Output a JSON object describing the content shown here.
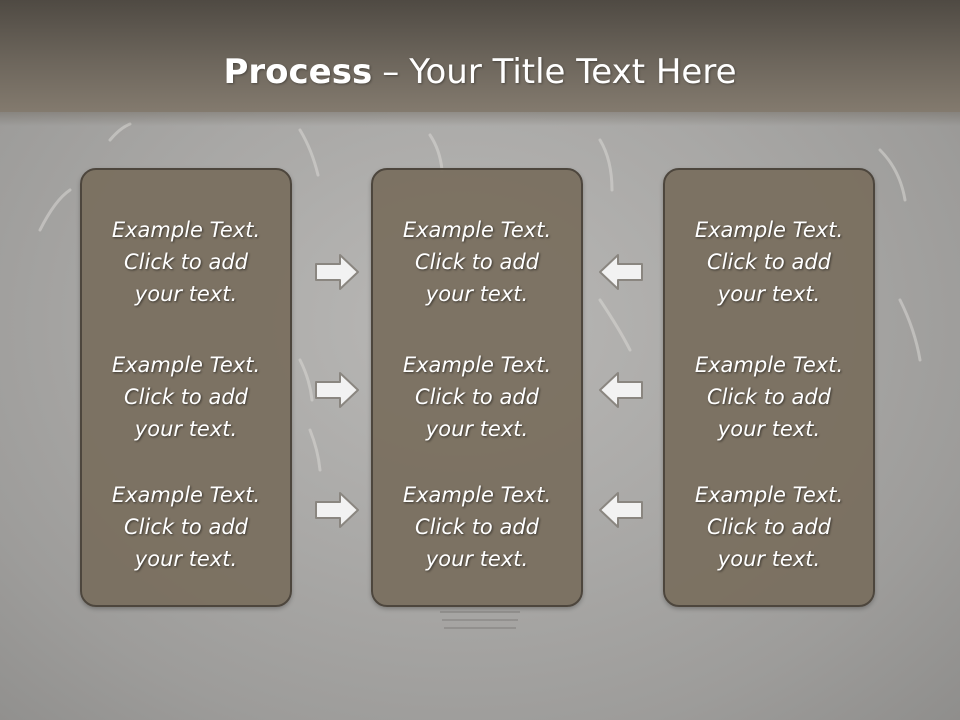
{
  "slide": {
    "title_bold": "Process",
    "title_separator": "–",
    "title_rest": "Your Title Text Here"
  },
  "colors": {
    "title_bar": "#6d665c",
    "panel_fill": "#786e5e",
    "panel_border": "#4d463d",
    "text": "#ffffff",
    "arrow_fill": "#f2f2f2",
    "arrow_stroke": "#8a8680"
  },
  "columns": [
    {
      "blocks": [
        {
          "line1": "Example Text.",
          "line2": "Click  to add",
          "line3": "your text."
        },
        {
          "line1": "Example Text.",
          "line2": "Click  to add",
          "line3": "your text."
        },
        {
          "line1": "Example Text.",
          "line2": "Click  to add",
          "line3": "your text."
        }
      ]
    },
    {
      "blocks": [
        {
          "line1": "Example Text.",
          "line2": "Click  to add",
          "line3": "your text."
        },
        {
          "line1": "Example Text.",
          "line2": "Click  to add",
          "line3": "your text."
        },
        {
          "line1": "Example Text.",
          "line2": "Click  to add",
          "line3": "your text."
        }
      ]
    },
    {
      "blocks": [
        {
          "line1": "Example Text.",
          "line2": "Click  to add",
          "line3": "your text."
        },
        {
          "line1": "Example Text.",
          "line2": "Click  to add",
          "line3": "your text."
        },
        {
          "line1": "Example Text.",
          "line2": "Click  to add",
          "line3": "your text."
        }
      ]
    }
  ],
  "arrows": {
    "left_group": "arrow-right-icon",
    "right_group": "arrow-left-icon"
  }
}
